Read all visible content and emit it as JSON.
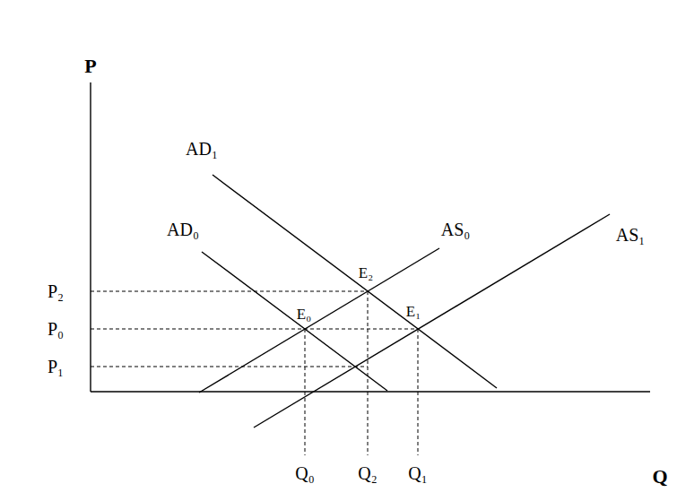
{
  "diagram": {
    "labels": [
      "P",
      "AD₁",
      "AS₀",
      "AD₀",
      "AS₁",
      "P₂",
      "E₂",
      "P₀",
      "E₀",
      "E₁",
      "P₁",
      "Q₀",
      "Q₂",
      "Q₁",
      "Q"
    ]
  }
}
